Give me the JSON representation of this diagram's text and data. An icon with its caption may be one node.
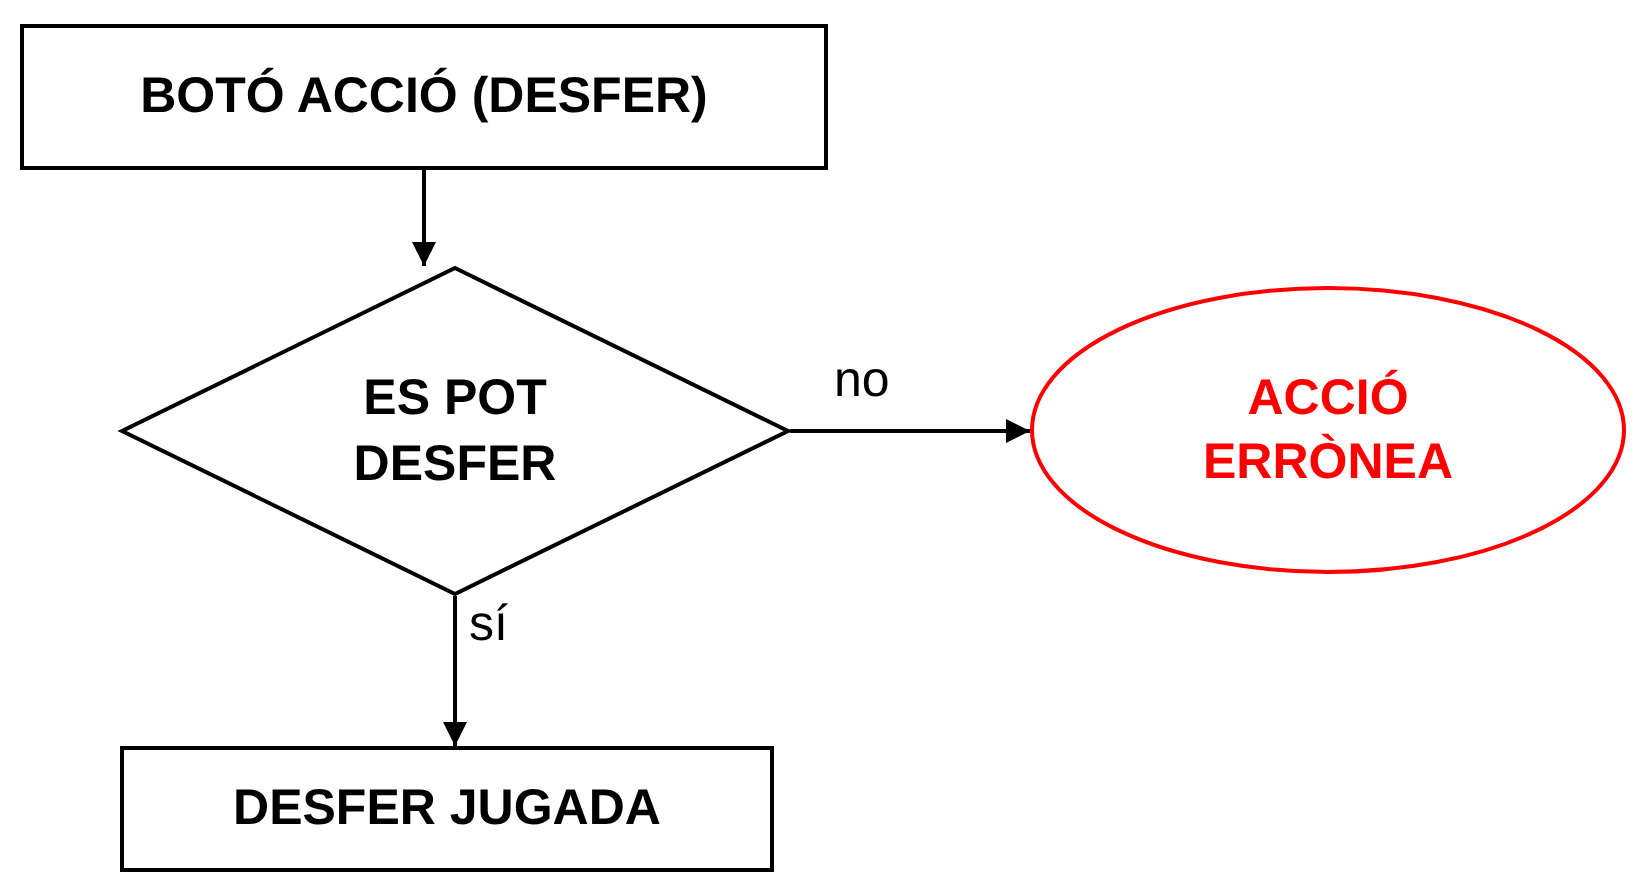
{
  "diagram": {
    "nodes": [
      {
        "text": [
          "BOTÓ ACCIÓ (DESFER)"
        ]
      },
      {
        "text": [
          "ES POT DESFER"
        ]
      },
      {
        "text": [
          "ACCIÓ ERRÒNEA"
        ]
      },
      {
        "text": [
          "DESFER JUGADA"
        ]
      }
    ],
    "edges": [
      {
        "from": 0,
        "to": 1,
        "arrow": "to"
      },
      {
        "from": 1,
        "to": 2,
        "label": "no",
        "arrow": "to"
      },
      {
        "from": 1,
        "to": 3,
        "label": "sí",
        "arrow": "to"
      }
    ]
  }
}
